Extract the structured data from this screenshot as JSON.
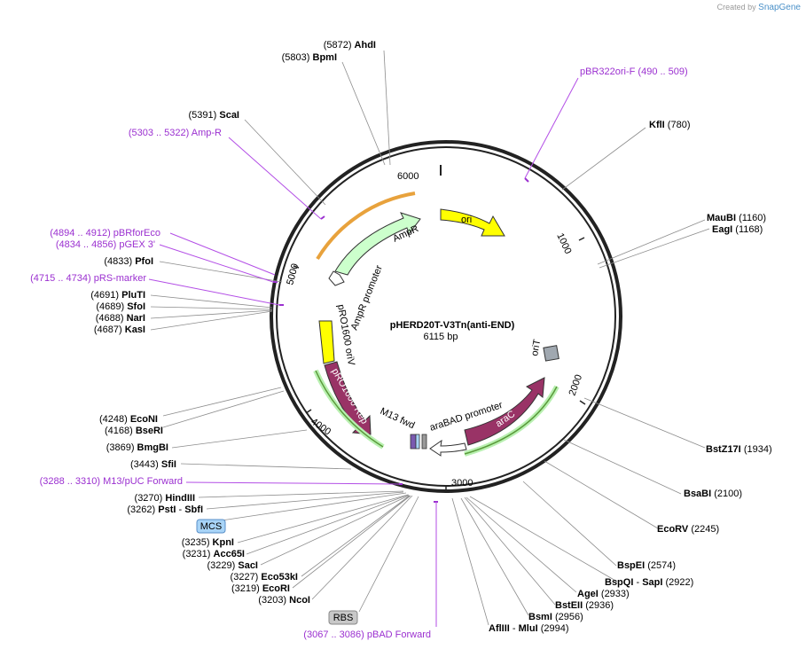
{
  "credit": {
    "prefix": "Created by",
    "brand": "SnapGene"
  },
  "plasmid": {
    "name": "pHERD20T-V3Tn(anti-END)",
    "length": "6115 bp"
  },
  "ticks": [
    "1000",
    "2000",
    "3000",
    "4000",
    "5000",
    "6000"
  ],
  "sites_left": [
    {
      "pos": "(5872)",
      "name": "AhdI"
    },
    {
      "pos": "(5803)",
      "name": "BpmI"
    },
    {
      "pos": "(5391)",
      "name": "ScaI"
    },
    {
      "pos": "(4833)",
      "name": "PfoI"
    },
    {
      "pos": "(4691)",
      "name": "PluTI"
    },
    {
      "pos": "(4689)",
      "name": "SfoI"
    },
    {
      "pos": "(4688)",
      "name": "NarI"
    },
    {
      "pos": "(4687)",
      "name": "KasI"
    },
    {
      "pos": "(4248)",
      "name": "EcoNI"
    },
    {
      "pos": "(4168)",
      "name": "BseRI"
    },
    {
      "pos": "(3869)",
      "name": "BmgBI"
    },
    {
      "pos": "(3443)",
      "name": "SfiI"
    },
    {
      "pos": "(3270)",
      "name": "HindIII"
    },
    {
      "pos": "(3262)",
      "name": "PstI",
      "name2": "SbfI"
    },
    {
      "pos": "(3235)",
      "name": "KpnI"
    },
    {
      "pos": "(3231)",
      "name": "Acc65I"
    },
    {
      "pos": "(3229)",
      "name": "SacI"
    },
    {
      "pos": "(3227)",
      "name": "Eco53kI"
    },
    {
      "pos": "(3219)",
      "name": "EcoRI"
    },
    {
      "pos": "(3203)",
      "name": "NcoI"
    }
  ],
  "sites_right": [
    {
      "pos": "(780)",
      "name": "KflI"
    },
    {
      "pos": "(1160)",
      "name": "MauBI"
    },
    {
      "pos": "(1168)",
      "name": "EagI"
    },
    {
      "pos": "(1934)",
      "name": "BstZ17I"
    },
    {
      "pos": "(2100)",
      "name": "BsaBI"
    },
    {
      "pos": "(2245)",
      "name": "EcoRV"
    },
    {
      "pos": "(2574)",
      "name": "BspEI"
    },
    {
      "pos": "(2922)",
      "name": "BspQI",
      "name2": "SapI"
    },
    {
      "pos": "(2933)",
      "name": "AgeI"
    },
    {
      "pos": "(2936)",
      "name": "BstEII"
    },
    {
      "pos": "(2956)",
      "name": "BsmI"
    },
    {
      "pos": "(2994)",
      "name": "AflIII",
      "name2": "MluI"
    }
  ],
  "primers": [
    {
      "range": "(490 .. 509)",
      "name": "pBR322ori-F"
    },
    {
      "range": "(5303 .. 5322)",
      "name": "Amp-R"
    },
    {
      "range": "(4894 .. 4912)",
      "name": "pBRforEco"
    },
    {
      "range": "(4834 .. 4856)",
      "name": "pGEX 3'"
    },
    {
      "range": "(4715 .. 4734)",
      "name": "pRS-marker"
    },
    {
      "range": "(3288 .. 3310)",
      "name": "M13/pUC Forward"
    },
    {
      "range": "(3067 .. 3086)",
      "name": "pBAD Forward"
    }
  ],
  "features": {
    "ori": "ori",
    "ampr": "AmpR",
    "ampr_promoter": "AmpR promoter",
    "pro1600_oriv": "pRO1600 oriV",
    "pro1600_rep": "pRO1600 Rep",
    "m13_fwd": "M13 fwd",
    "arabad_promoter": "araBAD promoter",
    "arac": "araC",
    "orit": "oriT"
  },
  "badges": {
    "mcs": "MCS",
    "rbs": "RBS"
  },
  "colors": {
    "ori": "#ffff00",
    "ampr": "#ccffcc",
    "rep": "#993366",
    "primer": "#9b30d0",
    "mcs_fill": "#a8d4f7",
    "rbs_fill": "#c8c8c8"
  }
}
